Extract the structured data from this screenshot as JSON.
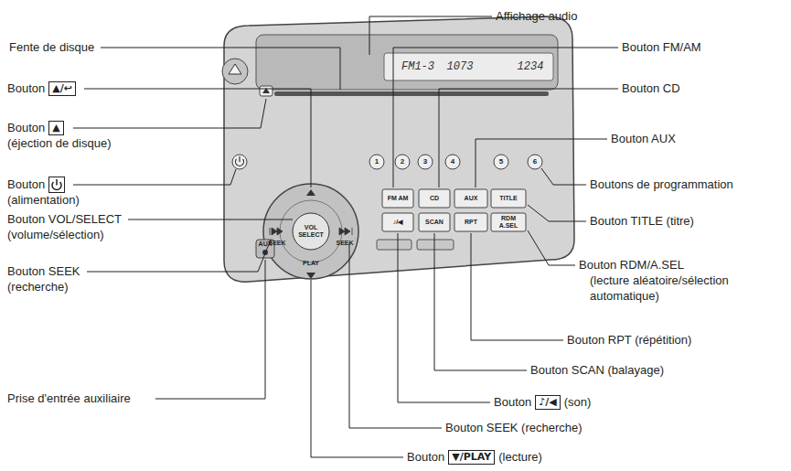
{
  "diagram": {
    "labels": [
      "Affichage audio",
      "Fente de disque",
      "Bouton FM/AM",
      "Bouton",
      "▲/↩",
      "Bouton CD",
      "Bouton",
      "▲",
      "(éjection de disque)",
      "Bouton AUX",
      "Bouton",
      "(alimentation)",
      "Boutons de programmation",
      "Bouton VOL/SELECT",
      "(volume/sélection)",
      "Bouton TITLE (titre)",
      "Bouton SEEK",
      "(recherche)",
      "Bouton RDM/A.SEL",
      "(lecture aléatoire/sélection",
      "automatique)",
      "Bouton RPT (répétition)",
      "Bouton SCAN (balayage)",
      "Prise d'entrée auxiliaire",
      "Bouton",
      "♪/◀",
      "(son)",
      "Bouton SEEK (recherche)",
      "Bouton",
      "▼/PLAY",
      "(lecture)",
      "FM1-3",
      "1073",
      "1234",
      "1",
      "2",
      "3",
      "4",
      "5",
      "6",
      "FM AM",
      "CD",
      "AUX",
      "TITLE",
      "♪/◀",
      "SCAN",
      "RPT",
      "RDM A.SEL",
      "VOL SELECT",
      "PLAY",
      "SEEK",
      "SEEK",
      "AUX"
    ]
  }
}
